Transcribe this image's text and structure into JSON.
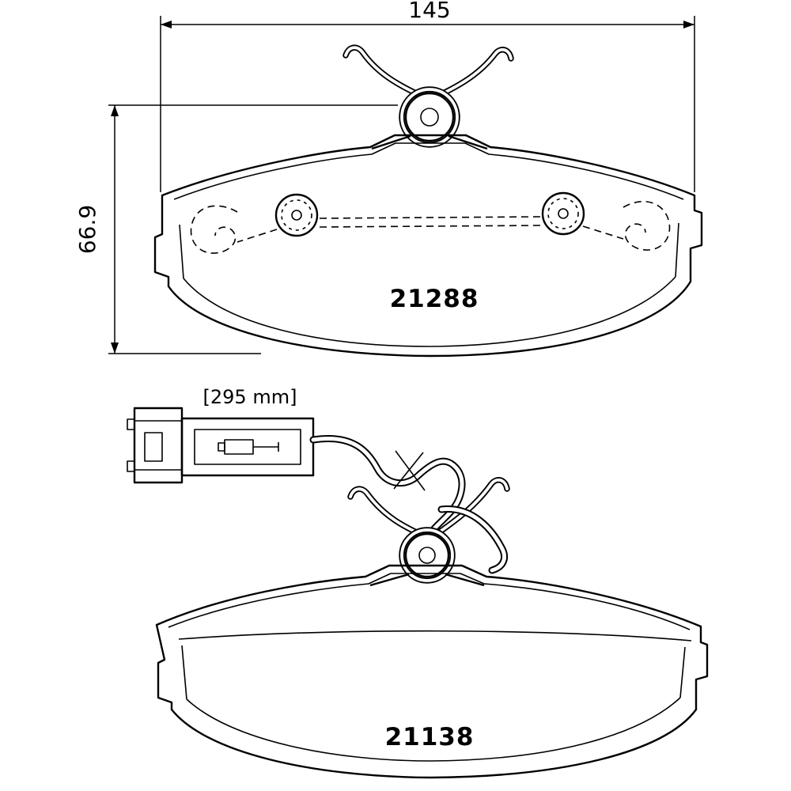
{
  "dimensions": {
    "width_mm": "145",
    "height_mm": "66.9",
    "sensor_wire_length": "[295 mm]"
  },
  "parts": {
    "upper_pad_number": "21288",
    "lower_pad_number": "21138"
  },
  "colors": {
    "line": "#000000",
    "background": "#ffffff"
  }
}
